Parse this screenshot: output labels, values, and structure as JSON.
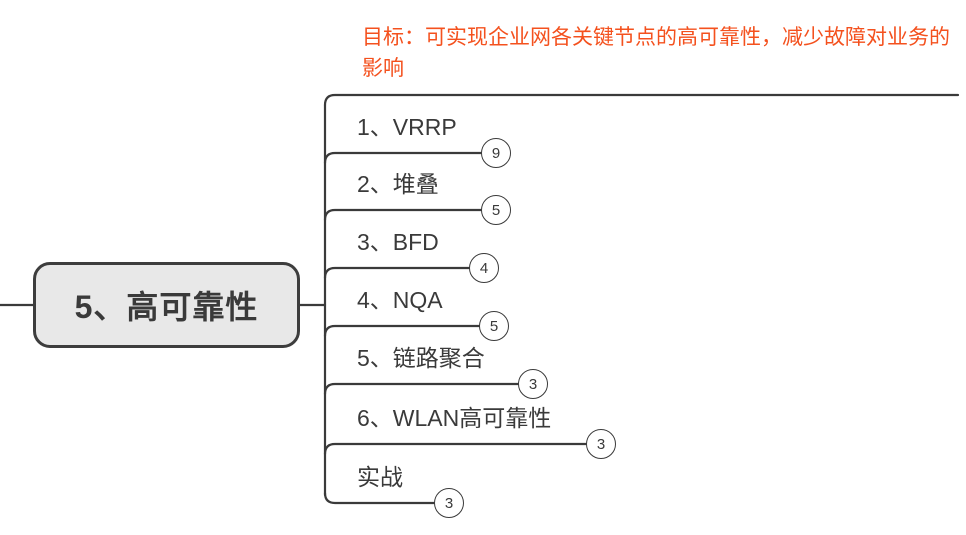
{
  "diagram": {
    "type": "mindmap",
    "title": "5、高可靠性",
    "goal_text": "目标：可实现企业网各关键节点的高可靠性，减少故障对业务的影响",
    "goal_color": "#f4511e",
    "root_fill": "#e8e8e8",
    "root_border": "#3d3d3d",
    "line_color": "#3a3a3a",
    "branches": [
      {
        "label": "1、VRRP",
        "badge": "9"
      },
      {
        "label": "2、堆叠",
        "badge": "5"
      },
      {
        "label": "3、BFD",
        "badge": "4"
      },
      {
        "label": "4、NQA",
        "badge": "5"
      },
      {
        "label": "5、链路聚合",
        "badge": "3"
      },
      {
        "label": "6、WLAN高可靠性",
        "badge": "3"
      },
      {
        "label": "实战",
        "badge": "3"
      }
    ]
  }
}
